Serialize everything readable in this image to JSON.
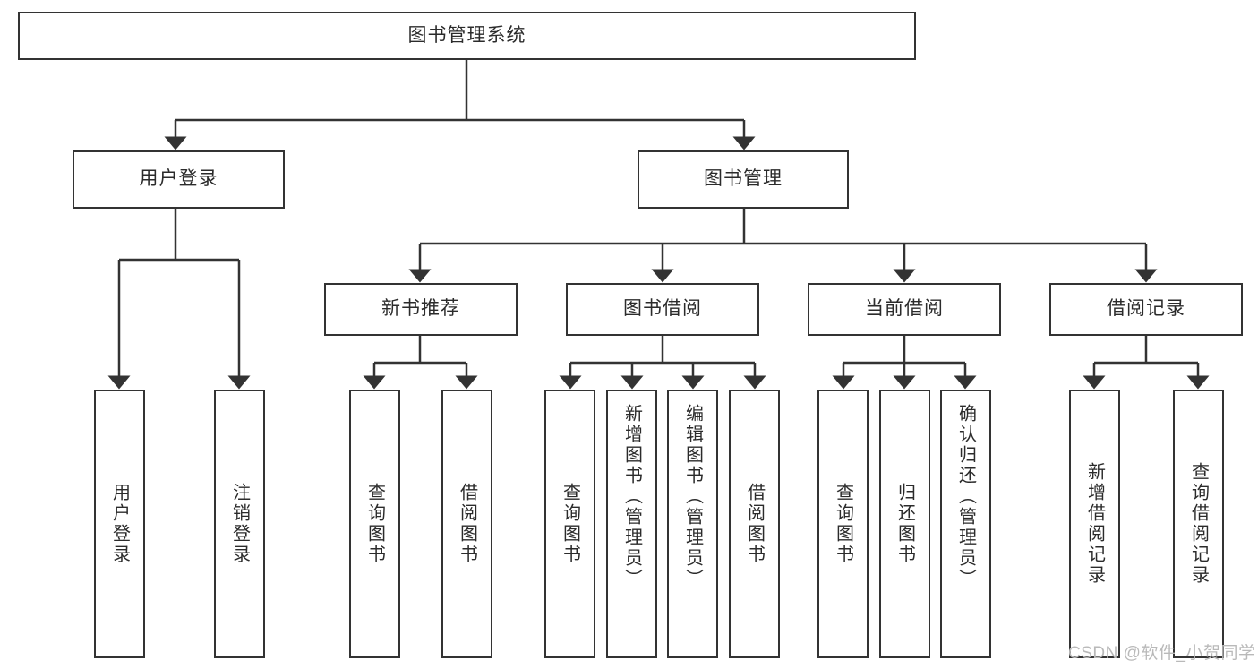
{
  "diagram": {
    "title": "图书管理系统",
    "type": "tree-hierarchy",
    "root": {
      "label": "图书管理系统"
    },
    "level2": [
      {
        "label": "用户登录"
      },
      {
        "label": "图书管理"
      }
    ],
    "level3": [
      {
        "label": "新书推荐"
      },
      {
        "label": "图书借阅"
      },
      {
        "label": "当前借阅"
      },
      {
        "label": "借阅记录"
      }
    ],
    "leaves": {
      "user_login": [
        {
          "label": "用户登录"
        },
        {
          "label": "注销登录"
        }
      ],
      "new_book_recommend": [
        {
          "label": "查询图书"
        },
        {
          "label": "借阅图书"
        }
      ],
      "book_borrow": [
        {
          "label": "查询图书"
        },
        {
          "label": "新增图书（管理员）"
        },
        {
          "label": "编辑图书（管理员）"
        },
        {
          "label": "借阅图书"
        }
      ],
      "current_borrow": [
        {
          "label": "查询图书"
        },
        {
          "label": "归还图书"
        },
        {
          "label": "确认归还（管理员）"
        }
      ],
      "borrow_record": [
        {
          "label": "新增借阅记录"
        },
        {
          "label": "查询借阅记录"
        }
      ]
    }
  },
  "watermark": {
    "text": "CSDN @软件_小贺同学"
  },
  "colors": {
    "border": "#333333",
    "text": "#2b2b2b",
    "background": "#ffffff",
    "watermark": "#b9b9b9"
  }
}
